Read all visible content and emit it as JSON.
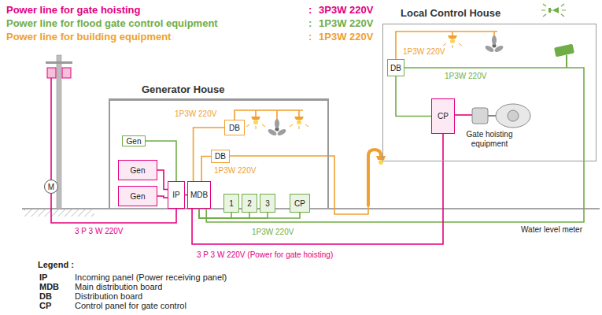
{
  "diagram": {
    "nodes": [
      {
        "text": [
          "Generator House"
        ]
      },
      {
        "text": [
          "Gen"
        ],
        "in": 0
      },
      {
        "text": [
          "Gen"
        ],
        "in": 0
      },
      {
        "text": [
          "Gen"
        ],
        "in": 0
      },
      {
        "text": [
          "IP"
        ],
        "in": 0
      },
      {
        "text": [
          "MDB"
        ],
        "in": 0
      },
      {
        "text": [
          "DB"
        ],
        "in": 0
      },
      {
        "text": [
          "DB"
        ],
        "in": 0
      },
      {
        "text": [
          "1"
        ],
        "in": 0
      },
      {
        "text": [
          "2"
        ],
        "in": 0
      },
      {
        "text": [
          "3"
        ],
        "in": 0
      },
      {
        "text": [
          "CP"
        ],
        "in": 0
      },
      {
        "text": [
          "M"
        ]
      },
      {
        "text": [
          "Local Control House"
        ]
      },
      {
        "text": [
          "DB"
        ],
        "in": 13
      },
      {
        "text": [
          "CP"
        ],
        "in": 13
      }
    ],
    "edges": [
      {
        "from": 12,
        "to": 4,
        "arrow": "none"
      },
      {
        "from": 1,
        "to": 4,
        "arrow": "none"
      },
      {
        "from": 2,
        "to": 4,
        "arrow": "none"
      },
      {
        "from": 3,
        "to": 4,
        "arrow": "none"
      },
      {
        "from": 4,
        "to": 5,
        "arrow": "none"
      },
      {
        "from": 5,
        "to": 6,
        "arrow": "none"
      },
      {
        "from": 5,
        "to": 7,
        "arrow": "none"
      },
      {
        "from": 5,
        "to": 8,
        "arrow": "none"
      },
      {
        "from": 5,
        "to": 9,
        "arrow": "none"
      },
      {
        "from": 5,
        "to": 10,
        "arrow": "none"
      },
      {
        "from": 5,
        "to": 11,
        "arrow": "none"
      },
      {
        "from": 5,
        "to": 14,
        "arrow": "none"
      },
      {
        "from": 5,
        "to": 15,
        "arrow": "none"
      },
      {
        "from": 14,
        "to": 15,
        "arrow": "none"
      }
    ],
    "labels": [
      "Power line for gate hoisting",
      ":",
      "3P3W 220V",
      "Power line for flood gate control equipment",
      ":",
      "1P3W 220V",
      "Power line for building equipment",
      ":",
      "1P3W 220V",
      "Gate hoisting equipment",
      "1P3W 220V",
      "1P3W 220V",
      "1P3W 220V",
      "1P3W 220V",
      "3 P 3 W 220V",
      "1P3W 220V",
      "3 P 3 W 220V (Power for gate hoisting)",
      "Water level meter",
      "Legend :",
      "IP",
      "Incoming panel (Power receiving panel)",
      "MDB",
      "Main distribution board",
      "DB",
      "Distribution board",
      "CP",
      "Control panel for gate control"
    ]
  }
}
